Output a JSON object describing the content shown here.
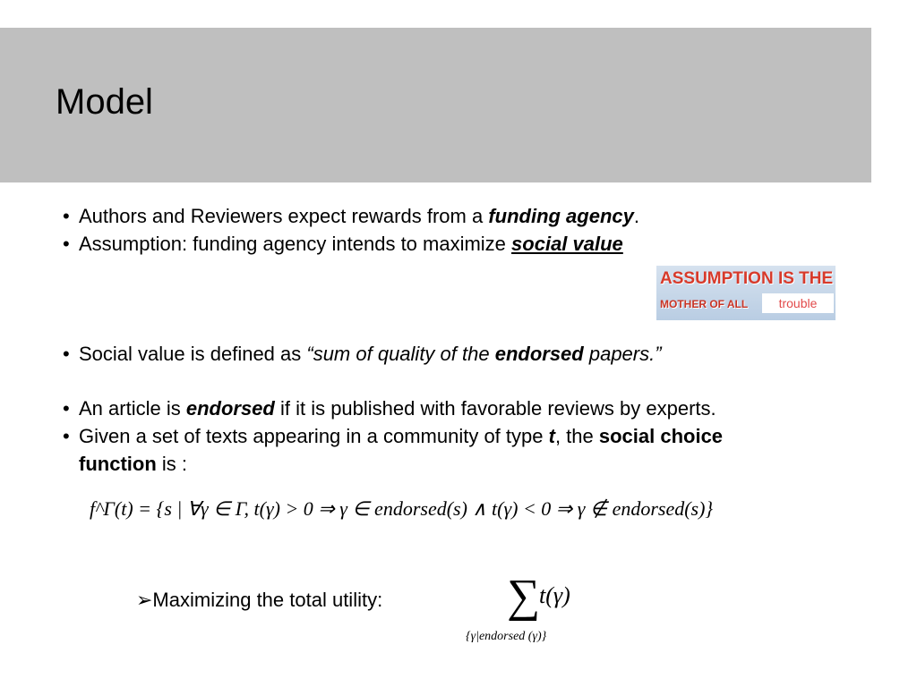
{
  "slide": {
    "title": "Model"
  },
  "bullets_top": [
    {
      "pre": "Authors and Reviewers expect rewards from a ",
      "em": "funding agency",
      "post": "."
    },
    {
      "pre": "Assumption: funding agency intends to maximize ",
      "em": "social value",
      "post": ""
    }
  ],
  "image": {
    "line1": "ASSUMPTION IS THE",
    "line2": "MOTHER OF ALL",
    "box_text": "trouble"
  },
  "bullet_social": {
    "pre": "Social value is defined as ",
    "q1": "“sum of quality of the ",
    "em": "endorsed",
    "q2": " papers.”"
  },
  "bullets_bottom": [
    {
      "pre": "An article is ",
      "em": "endorsed",
      "post": " if it is published with favorable reviews by experts."
    },
    {
      "pre": "Given a set of texts appearing in a community of type ",
      "em": "t",
      "mid": ", the ",
      "bold": "social choice",
      "line2_bold": "function",
      "line2_post": " is :"
    }
  ],
  "formula": {
    "text": "f^Γ(t) = {s | ∀γ ∈ Γ,  t(γ) > 0 ⇒ γ ∈ endorsed(s)  ∧  t(γ) < 0 ⇒ γ ∉ endorsed(s)}"
  },
  "maximize": {
    "label": "➢Maximizing the total utility:",
    "sum_symbol": "∑",
    "sum_arg": "t(γ)",
    "sum_sub": "{γ|endorsed (γ)}"
  },
  "bullet_glyph": "•"
}
